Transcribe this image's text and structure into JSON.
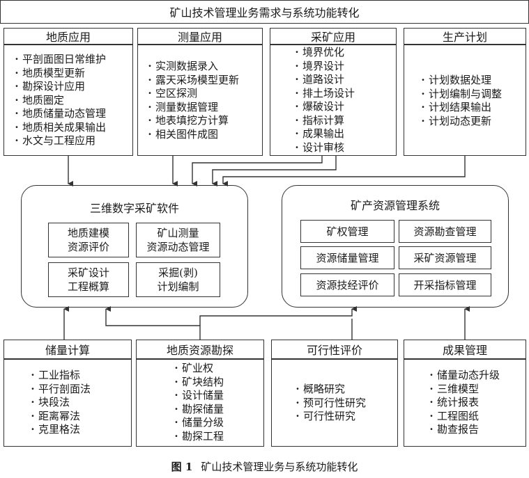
{
  "title": "矿山技术管理业务需求与系统功能转化",
  "top_groups": [
    {
      "header": "地质应用",
      "items": [
        "平剖面图日常维护",
        "地质模型更新",
        "勘探设计应用",
        "地质圈定",
        "地质储量动态管理",
        "地质相关成果输出",
        "水文与工程应用"
      ]
    },
    {
      "header": "测量应用",
      "items": [
        "实测数据录入",
        "露天采场模型更新",
        "空区探测",
        "测量数据管理",
        "地表填挖方计算",
        "相关图件成图"
      ]
    },
    {
      "header": "采矿应用",
      "items": [
        "境界优化",
        "境界设计",
        "道路设计",
        "排土场设计",
        "爆破设计",
        "指标计算",
        "成果输出",
        "设计审核"
      ]
    },
    {
      "header": "生产计划",
      "items": [
        "计划数据处理",
        "计划编制与调整",
        "计划结果输出",
        "计划动态更新"
      ]
    }
  ],
  "systems": [
    {
      "title": "三维数字采矿软件",
      "cells": [
        "地质建模\n资源评价",
        "矿山测量\n资源动态管理",
        "采矿设计\n工程概算",
        "采掘(剥)\n计划编制"
      ]
    },
    {
      "title": "矿产资源管理系统",
      "cells": [
        "矿权管理",
        "资源勘查管理",
        "资源储量管理",
        "采矿资源管理",
        "资源技经评价",
        "开采指标管理"
      ]
    }
  ],
  "bottom_groups": [
    {
      "header": "储量计算",
      "items": [
        "工业指标",
        "平行剖面法",
        "块段法",
        "距离幂法",
        "克里格法"
      ]
    },
    {
      "header": "地质资源勘探",
      "items": [
        "矿业权",
        "矿块结构",
        "设计储量",
        "勘探储量",
        "储量分级",
        "勘探工程"
      ]
    },
    {
      "header": "可行性评价",
      "items": [
        "概略研究",
        "预可行性研究",
        "可行性研究"
      ]
    },
    {
      "header": "成果管理",
      "items": [
        "储量动态升级",
        "三维模型",
        "统计报表",
        "工程图纸",
        "勘查报告"
      ]
    }
  ],
  "caption": {
    "label": "图 1",
    "text": "矿山技术管理业务与系统功能转化"
  }
}
